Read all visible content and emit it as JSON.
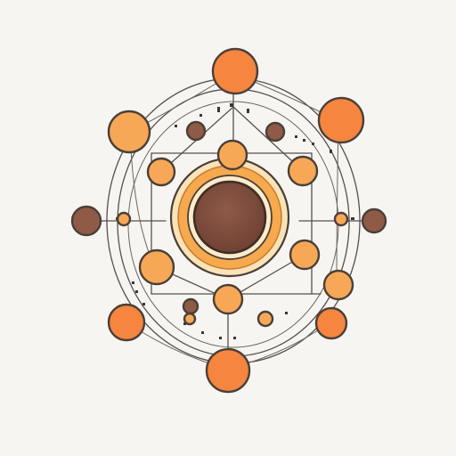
{
  "diagram": {
    "colors": {
      "background": "#f7f5f2",
      "node_light": "#f7a857",
      "node_medium": "#f49a4e",
      "node_bright": "#f5853f",
      "node_dark": "#8f5a46",
      "core_dark": "#7c4a3a",
      "ring_orange": "#f6a94d",
      "ring_cream": "#fdebc9",
      "outline": "#4a3f38",
      "wire": "#55504c"
    },
    "center": {
      "icon": "core-node-icon"
    },
    "nodes": [
      {
        "id": "top",
        "tone": "bright"
      },
      {
        "id": "upper-left",
        "tone": "light"
      },
      {
        "id": "upper-right",
        "tone": "bright"
      },
      {
        "id": "inner-top-left-small",
        "tone": "dark"
      },
      {
        "id": "inner-top-right-small",
        "tone": "dark"
      },
      {
        "id": "inner-top",
        "tone": "light"
      },
      {
        "id": "inner-left",
        "tone": "light"
      },
      {
        "id": "inner-right",
        "tone": "light"
      },
      {
        "id": "far-left",
        "tone": "dark"
      },
      {
        "id": "far-right",
        "tone": "dark"
      },
      {
        "id": "left-small",
        "tone": "light"
      },
      {
        "id": "right-small",
        "tone": "light"
      },
      {
        "id": "inner-lower-left",
        "tone": "light"
      },
      {
        "id": "inner-lower-right",
        "tone": "light"
      },
      {
        "id": "lower-right",
        "tone": "light"
      },
      {
        "id": "inner-bottom",
        "tone": "light"
      },
      {
        "id": "bottom-small-left",
        "tone": "dark"
      },
      {
        "id": "bottom-small-left-2",
        "tone": "light"
      },
      {
        "id": "bottom-small-right",
        "tone": "light"
      },
      {
        "id": "lower-left",
        "tone": "bright"
      },
      {
        "id": "lower-right-outer",
        "tone": "bright"
      },
      {
        "id": "bottom",
        "tone": "bright"
      }
    ]
  }
}
